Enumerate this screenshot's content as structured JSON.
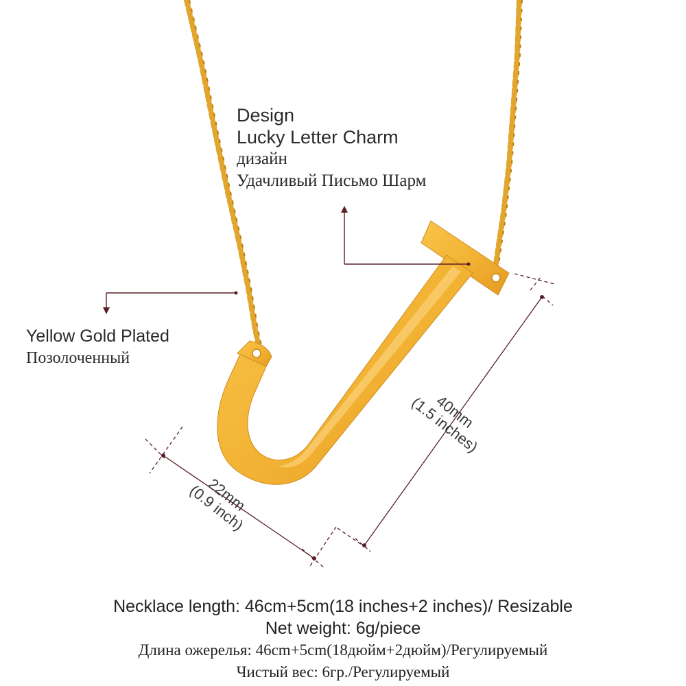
{
  "callout_design": {
    "en_title": "Design",
    "en_name": "Lucky Letter Charm",
    "ru_title": "дизайн",
    "ru_name": "Удачливый Письмо Шарм"
  },
  "callout_plating": {
    "en": "Yellow Gold Plated",
    "ru": "Позолоченный"
  },
  "dimension_height": {
    "metric": "40mm",
    "imperial": "(1.5 inches)"
  },
  "dimension_width": {
    "metric": "22mm",
    "imperial": "(0.9 inch)"
  },
  "specs": {
    "length_en": "Necklace length: 46cm+5cm(18 inches+2 inches)/ Resizable",
    "weight_en": "Net weight: 6g/piece",
    "length_ru": "Длина ожерелья: 46cm+5cm(18дюйм+2дюйм)/Регулируемый",
    "weight_ru": "Чистый вес: 6гр./Регулируемый"
  },
  "colors": {
    "gold": "#f2b233",
    "gold_dark": "#d6901c",
    "callout_line": "#5a1f26"
  }
}
